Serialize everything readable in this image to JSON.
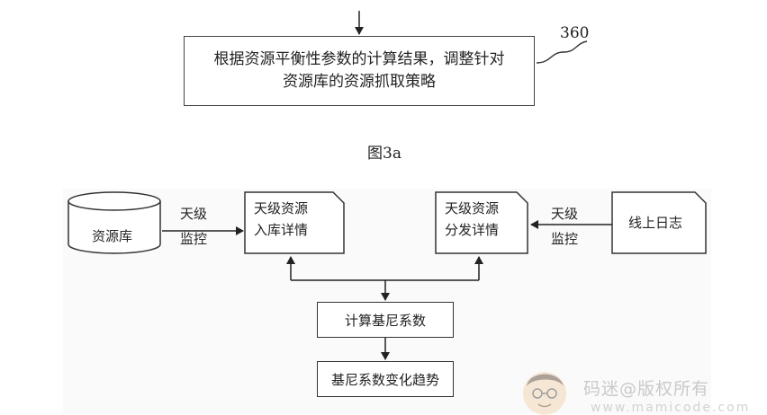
{
  "top_process": {
    "ref_number": "360",
    "line1": "根据资源平衡性参数的计算结果，调整针对",
    "line2": "资源库的资源抓取策略"
  },
  "figure_caption": "图3a",
  "flow": {
    "resource_db": "资源库",
    "monitor_left": [
      "天级",
      "监控"
    ],
    "doc_inbound": [
      "天级资源",
      "入库详情"
    ],
    "doc_distribution": [
      "天级资源",
      "分发详情"
    ],
    "monitor_right": [
      "天级",
      "监控"
    ],
    "online_log": "线上日志",
    "calc_gini": "计算基尼系数",
    "gini_trend": "基尼系数变化趋势"
  },
  "watermark": {
    "text": "码迷@版权所有",
    "url": "www.mamicode.com"
  }
}
